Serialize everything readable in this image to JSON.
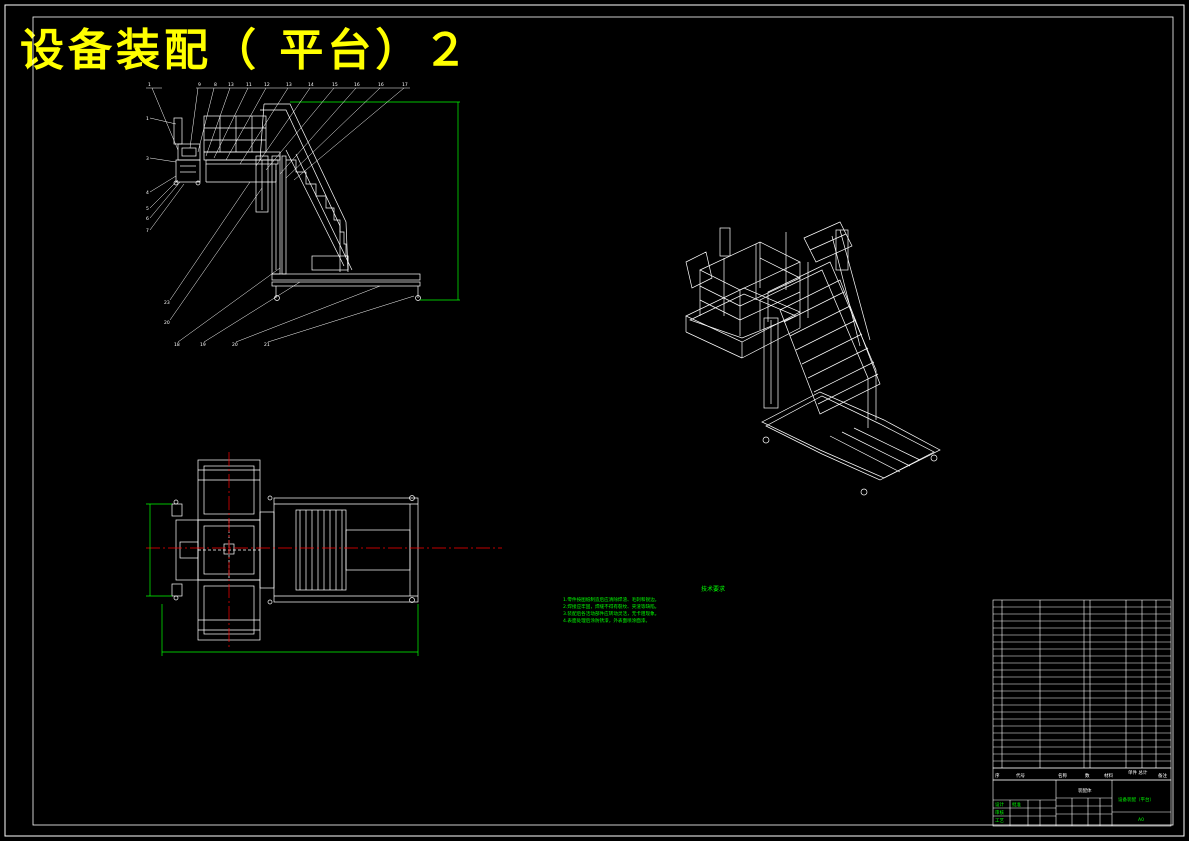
{
  "drawing": {
    "title": "设备装配（ 平台）２"
  },
  "technical_requirements": {
    "heading": "技术要求",
    "lines": [
      "1.零件按图纸制造后应清除焊渣、毛刺和锐边。",
      "2.焊接应牢固，焊缝不得有裂纹、夹渣等缺陷。",
      "3.装配后各活动部件应转动灵活，无卡阻现象。",
      "4.表面处理后涂防锈漆，外表面喷涂面漆。"
    ]
  },
  "title_block": {
    "header": {
      "seq": "序",
      "code": "代号",
      "name": "名称",
      "qty": "数",
      "material": "材料",
      "weight": "单件 总计",
      "remark": "备注"
    },
    "product_name": "装配体",
    "drawing_name": "设备装配（平台）",
    "sheet": "A0",
    "design_labels": [
      "设计",
      "审核",
      "工艺",
      "批准"
    ]
  },
  "colors": {
    "background": "#000000",
    "frame": "#ffffff",
    "title": "#ffff00",
    "notes": "#00ff00",
    "dimension": "#00ff00",
    "centerline": "#ff0000",
    "geometry": "#ffffff"
  }
}
